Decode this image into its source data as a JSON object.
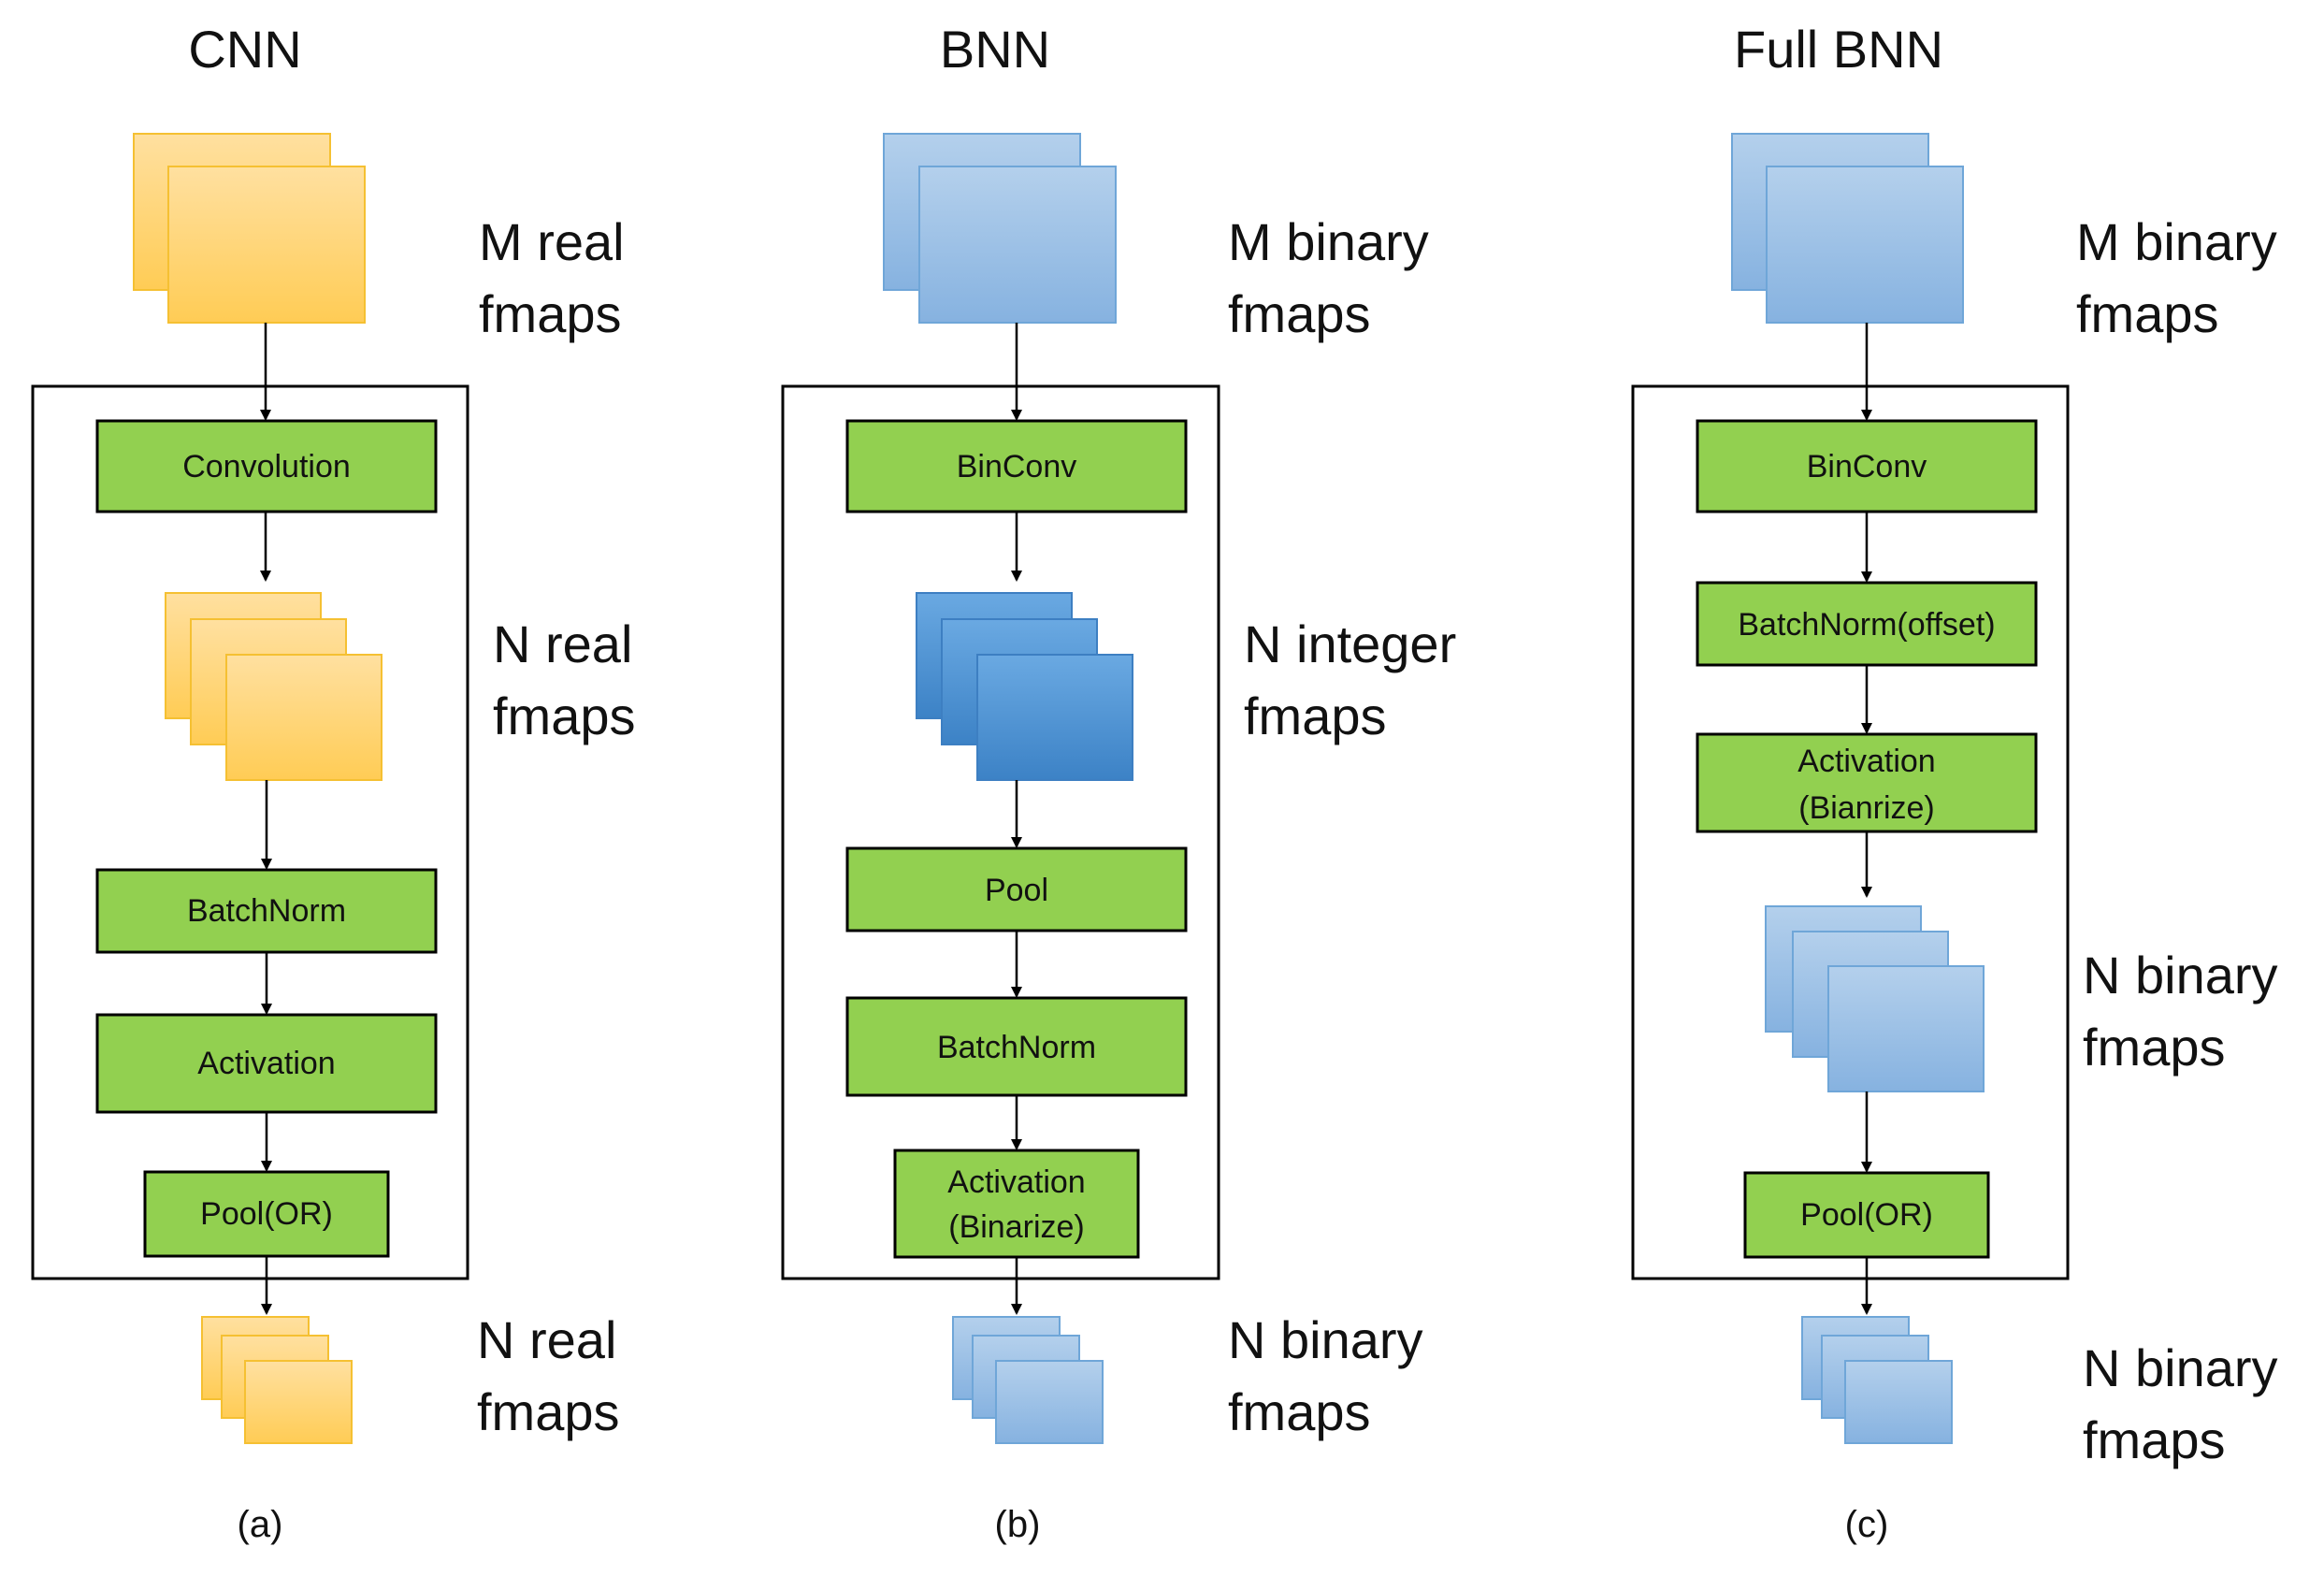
{
  "columns": [
    {
      "title": "CNN",
      "input_fmaps": [
        "M real",
        "fmaps"
      ],
      "ops": [
        "Convolution",
        "BatchNorm",
        "Activation",
        "Pool(OR)"
      ],
      "mid_fmaps": [
        "N real",
        "fmaps"
      ],
      "output_fmaps": [
        "N real",
        "fmaps"
      ],
      "caption": "(a)"
    },
    {
      "title": "BNN",
      "input_fmaps": [
        "M binary",
        "fmaps"
      ],
      "ops": [
        "BinConv",
        "Pool",
        "BatchNorm",
        "Activation",
        "(Binarize)"
      ],
      "mid_fmaps": [
        "N integer",
        "fmaps"
      ],
      "output_fmaps": [
        "N binary",
        "fmaps"
      ],
      "caption": "(b)"
    },
    {
      "title": "Full BNN",
      "input_fmaps": [
        "M binary",
        "fmaps"
      ],
      "ops": [
        "BinConv",
        "BatchNorm(offset)",
        "Activation",
        "(Bianrize)",
        "Pool(OR)"
      ],
      "mid_fmaps": [
        "N binary",
        "fmaps"
      ],
      "output_fmaps": [
        "N binary",
        "fmaps"
      ],
      "caption": "(c)"
    }
  ],
  "colors": {
    "op_fill": "#92d050",
    "real_fmap_fill": "#ffd97a",
    "real_fmap_stroke": "#f5c032",
    "binary_fmap_fill": "#9dc3e6",
    "binary_fmap_stroke": "#6fa6d8",
    "integer_fmap_fill": "#5b9bd5",
    "integer_fmap_stroke": "#3d7fc2"
  }
}
